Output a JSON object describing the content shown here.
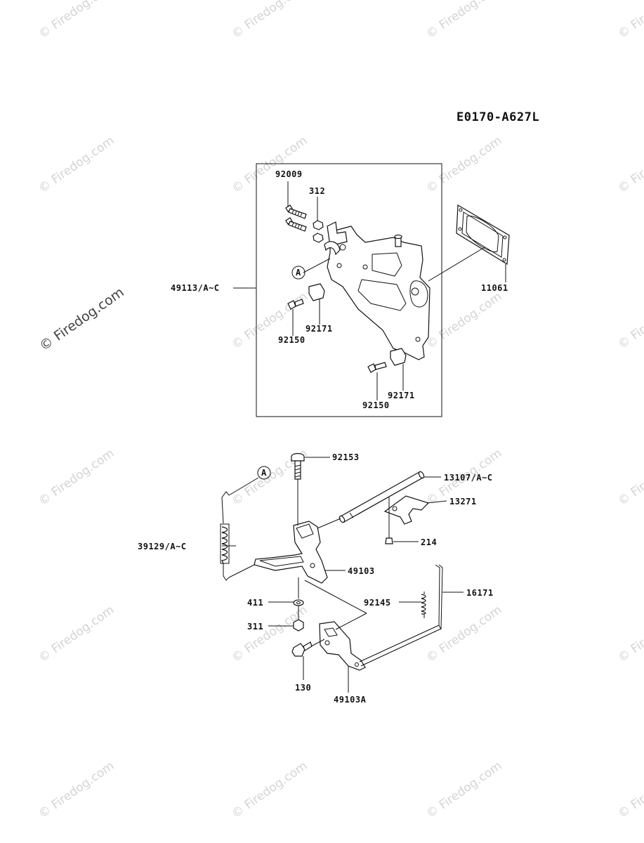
{
  "diagram_code": "E0170-A627L",
  "watermark": "© Firedog.com",
  "labels": {
    "p92009": "92009",
    "p312": "312",
    "p49113": "49113/A~C",
    "p11061": "11061",
    "p92171a": "92171",
    "p92150a": "92150",
    "p92171b": "92171",
    "p92150b": "92150",
    "refA1": "A",
    "p92153": "92153",
    "p13107": "13107/A~C",
    "p13271": "13271",
    "p214": "214",
    "p39129": "39129/A~C",
    "p49103": "49103",
    "p92145": "92145",
    "p16171": "16171",
    "p411": "411",
    "p311": "311",
    "p130": "130",
    "p49103A": "49103A",
    "refA2": "A"
  }
}
